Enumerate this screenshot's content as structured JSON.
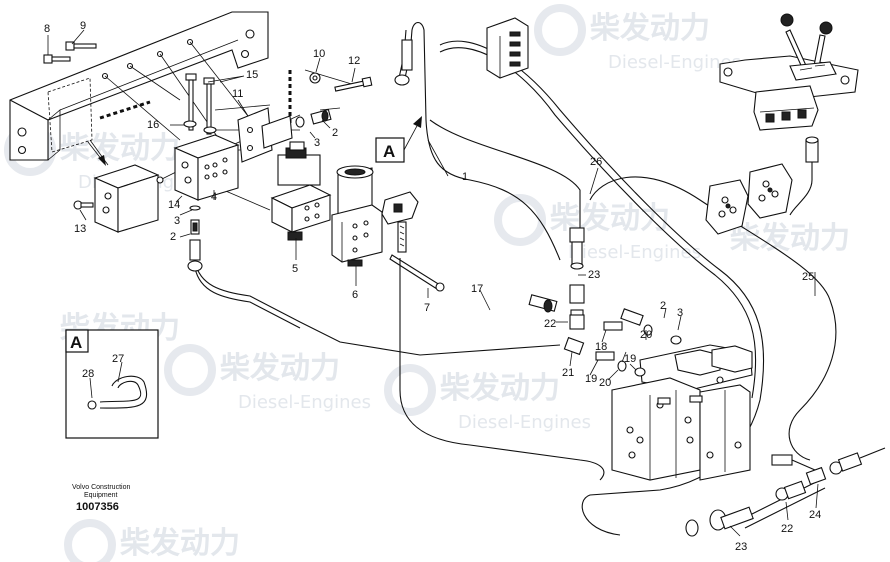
{
  "watermark": {
    "text_cn": "柴发动力",
    "text_en": "Diesel-Engines"
  },
  "detail": {
    "label": "A"
  },
  "view_marker": {
    "label": "A"
  },
  "caption": {
    "line1": "Volvo Construction",
    "line2": "Equipment",
    "number": "1007356"
  },
  "callouts": [
    "1",
    "2",
    "3",
    "4",
    "5",
    "6",
    "7",
    "8",
    "9",
    "10",
    "11",
    "12",
    "13",
    "14",
    "15",
    "16",
    "17",
    "18",
    "19",
    "20",
    "21",
    "22",
    "23",
    "24",
    "25",
    "26",
    "27",
    "28"
  ]
}
